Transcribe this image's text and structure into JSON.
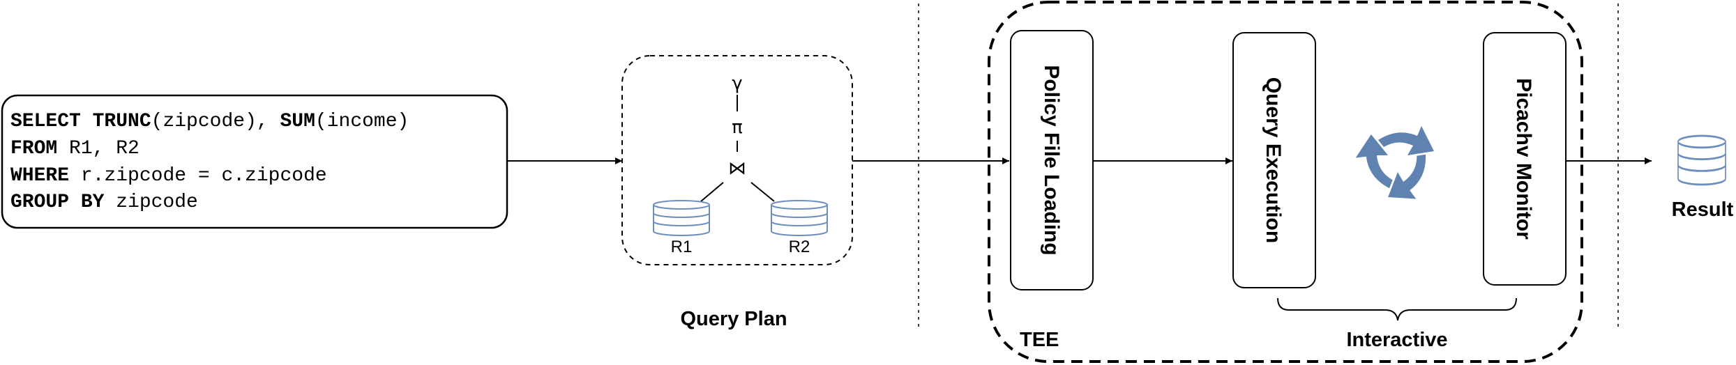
{
  "sql": {
    "lines": [
      {
        "kw": "SELECT TRUNC",
        "rest": "(zipcode), "
      },
      {
        "kw": "FROM",
        "rest": " R1, R2"
      },
      {
        "kw": "WHERE",
        "rest": " r.zipcode = c.zipcode"
      },
      {
        "kw": "GROUP BY",
        "rest": " zipcode"
      }
    ],
    "line0_kw2": "SUM",
    "line0_rest2": "(income)"
  },
  "query_plan": {
    "caption": "Query Plan",
    "ops": {
      "gamma": "γ",
      "pi": "π",
      "join": "⋈"
    },
    "tables": [
      "R1",
      "R2"
    ]
  },
  "tee": {
    "caption": "TEE",
    "policy_box": "Policy File Loading",
    "exec_box": "Query Execution",
    "monitor_box": "Picachv Monitor",
    "interactive": "Interactive"
  },
  "result": {
    "label": "Result"
  },
  "icons": [
    "database-icon",
    "cycle-arrows-icon"
  ],
  "colors": {
    "db_stroke": "#6c8ebf",
    "cycle_fill": "#5f82b1",
    "line": "#000000"
  }
}
